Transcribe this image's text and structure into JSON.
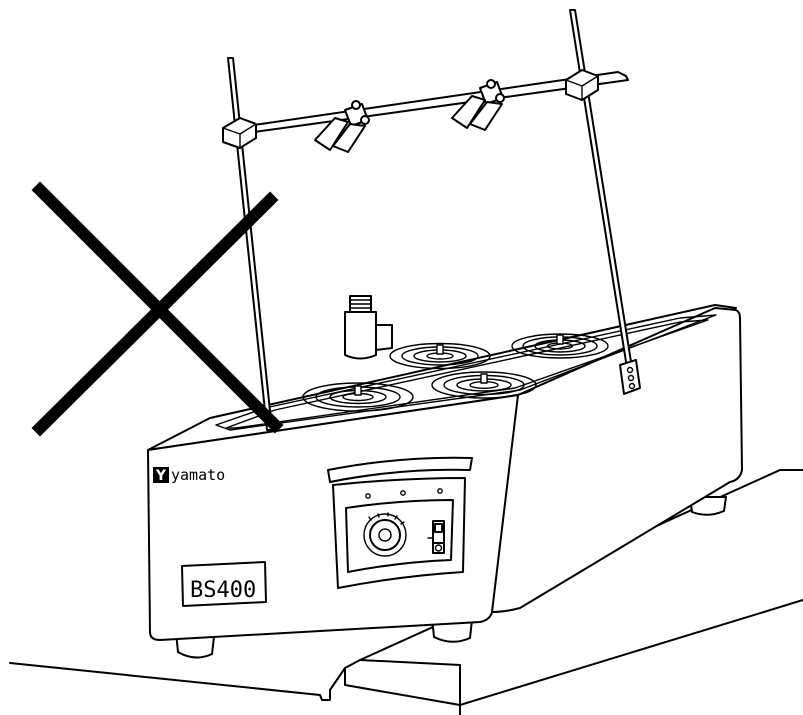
{
  "brand": {
    "logo_letter": "Y",
    "name": "yamato"
  },
  "model_label": "BS400",
  "prohibition_mark": "cross"
}
